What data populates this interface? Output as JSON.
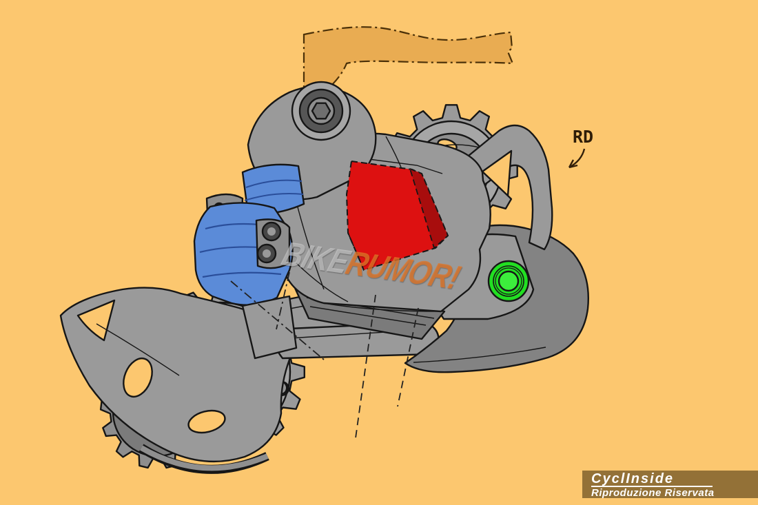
{
  "figure": {
    "kind": "colorized patent drawing of a wireless electronic bicycle rear derailleur",
    "label_rd": "RD",
    "background_color": "#FCC76F",
    "frame_color": "#E9AC52",
    "line_color": "#161616",
    "highlight_blue": "#5b8bd8",
    "highlight_blue_dark": "#2a4e9a",
    "highlight_red": "#dd1111",
    "highlight_red_dark": "#a80d0d",
    "highlight_green": "#22df22",
    "highlight_green_bright": "#3cee3c"
  },
  "watermarks": {
    "center_part1": "BIKE",
    "center_part2": "RUMOR!",
    "corner_brand": "CyclInside",
    "corner_tagline": "Riproduzione Riservata"
  }
}
